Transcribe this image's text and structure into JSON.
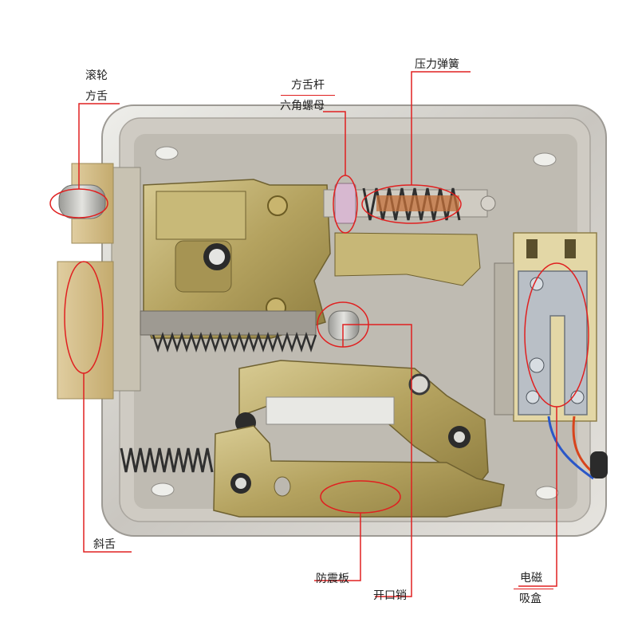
{
  "labels": {
    "roller": "滚轮",
    "square_tongue_left": "方舌",
    "square_tongue_rod": "方舌杆",
    "hex_nut": "六角螺母",
    "compression_spring": "压力弹簧",
    "oblique_tongue": "斜舌",
    "anti_shock_plate": "防震板",
    "open_latch": "开口销",
    "electromagnet": "电磁",
    "suction_box": "吸盒"
  },
  "colors": {
    "callout": "#e02020",
    "brass": "#b9a86a",
    "steel": "#d9d6d0",
    "text": "#222222"
  }
}
